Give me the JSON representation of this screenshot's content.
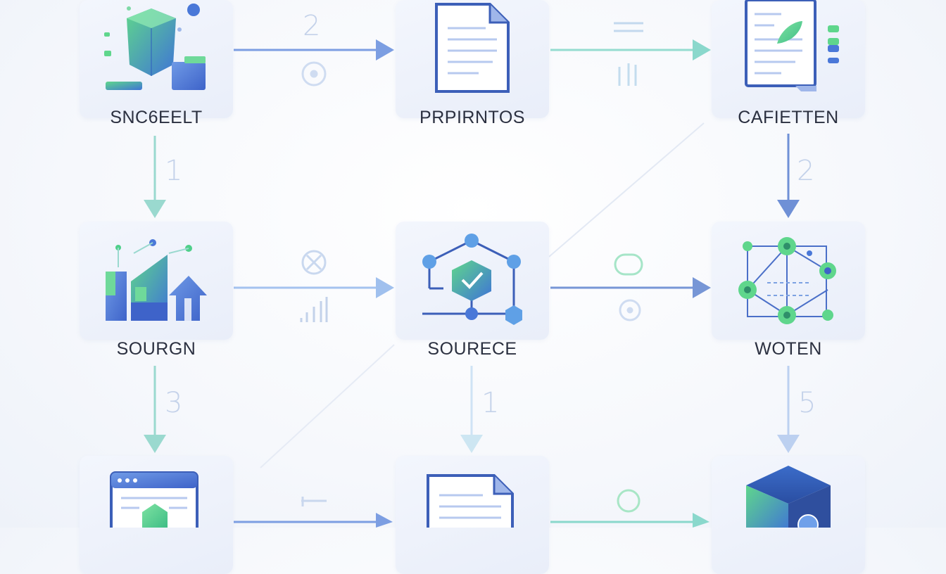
{
  "nodes": [
    {
      "id": "n1",
      "label": "SNC6EELT",
      "icon": "shield-icon"
    },
    {
      "id": "n2",
      "label": "PRPIRNTOS",
      "icon": "document-icon"
    },
    {
      "id": "n3",
      "label": "CAFIETTEN",
      "icon": "report-icon"
    },
    {
      "id": "n4",
      "label": "SOURGN",
      "icon": "growth-chart-icon"
    },
    {
      "id": "n5",
      "label": "SOURECE",
      "icon": "network-check-icon"
    },
    {
      "id": "n6",
      "label": "WOTEN",
      "icon": "graph-network-icon"
    },
    {
      "id": "n7",
      "label": "",
      "icon": "browser-window-icon"
    },
    {
      "id": "n8",
      "label": "",
      "icon": "document-icon"
    },
    {
      "id": "n9",
      "label": "",
      "icon": "cube-icon"
    }
  ],
  "step_labels": {
    "top_mid": "2",
    "left_upper": "1",
    "right_upper": "2",
    "left_lower": "3",
    "center_lower": "1",
    "right_lower": "5"
  },
  "colors": {
    "arrow_blue": "#7a9fe0",
    "arrow_teal": "#7fd3c9",
    "green": "#4fcf8a",
    "blue": "#4a78d8"
  }
}
